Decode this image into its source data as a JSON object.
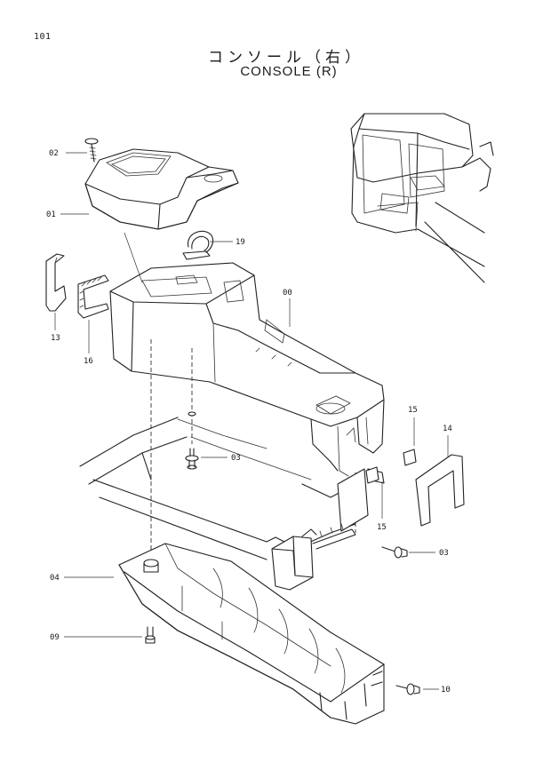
{
  "page": {
    "number": "101",
    "title_jp": "コンソール（右）",
    "title_en": "CONSOLE (R)"
  },
  "parts": [
    {
      "id": "p02",
      "label": "02"
    },
    {
      "id": "p01",
      "label": "01"
    },
    {
      "id": "p19",
      "label": "19"
    },
    {
      "id": "p00",
      "label": "00"
    },
    {
      "id": "p13",
      "label": "13"
    },
    {
      "id": "p16",
      "label": "16"
    },
    {
      "id": "p03a",
      "label": "03"
    },
    {
      "id": "p15a",
      "label": "15"
    },
    {
      "id": "p14",
      "label": "14"
    },
    {
      "id": "p15b",
      "label": "15"
    },
    {
      "id": "p03b",
      "label": "03"
    },
    {
      "id": "p04",
      "label": "04"
    },
    {
      "id": "p09",
      "label": "09"
    },
    {
      "id": "p10",
      "label": "10"
    }
  ],
  "colors": {
    "line": "#222222",
    "paper": "#ffffff"
  }
}
